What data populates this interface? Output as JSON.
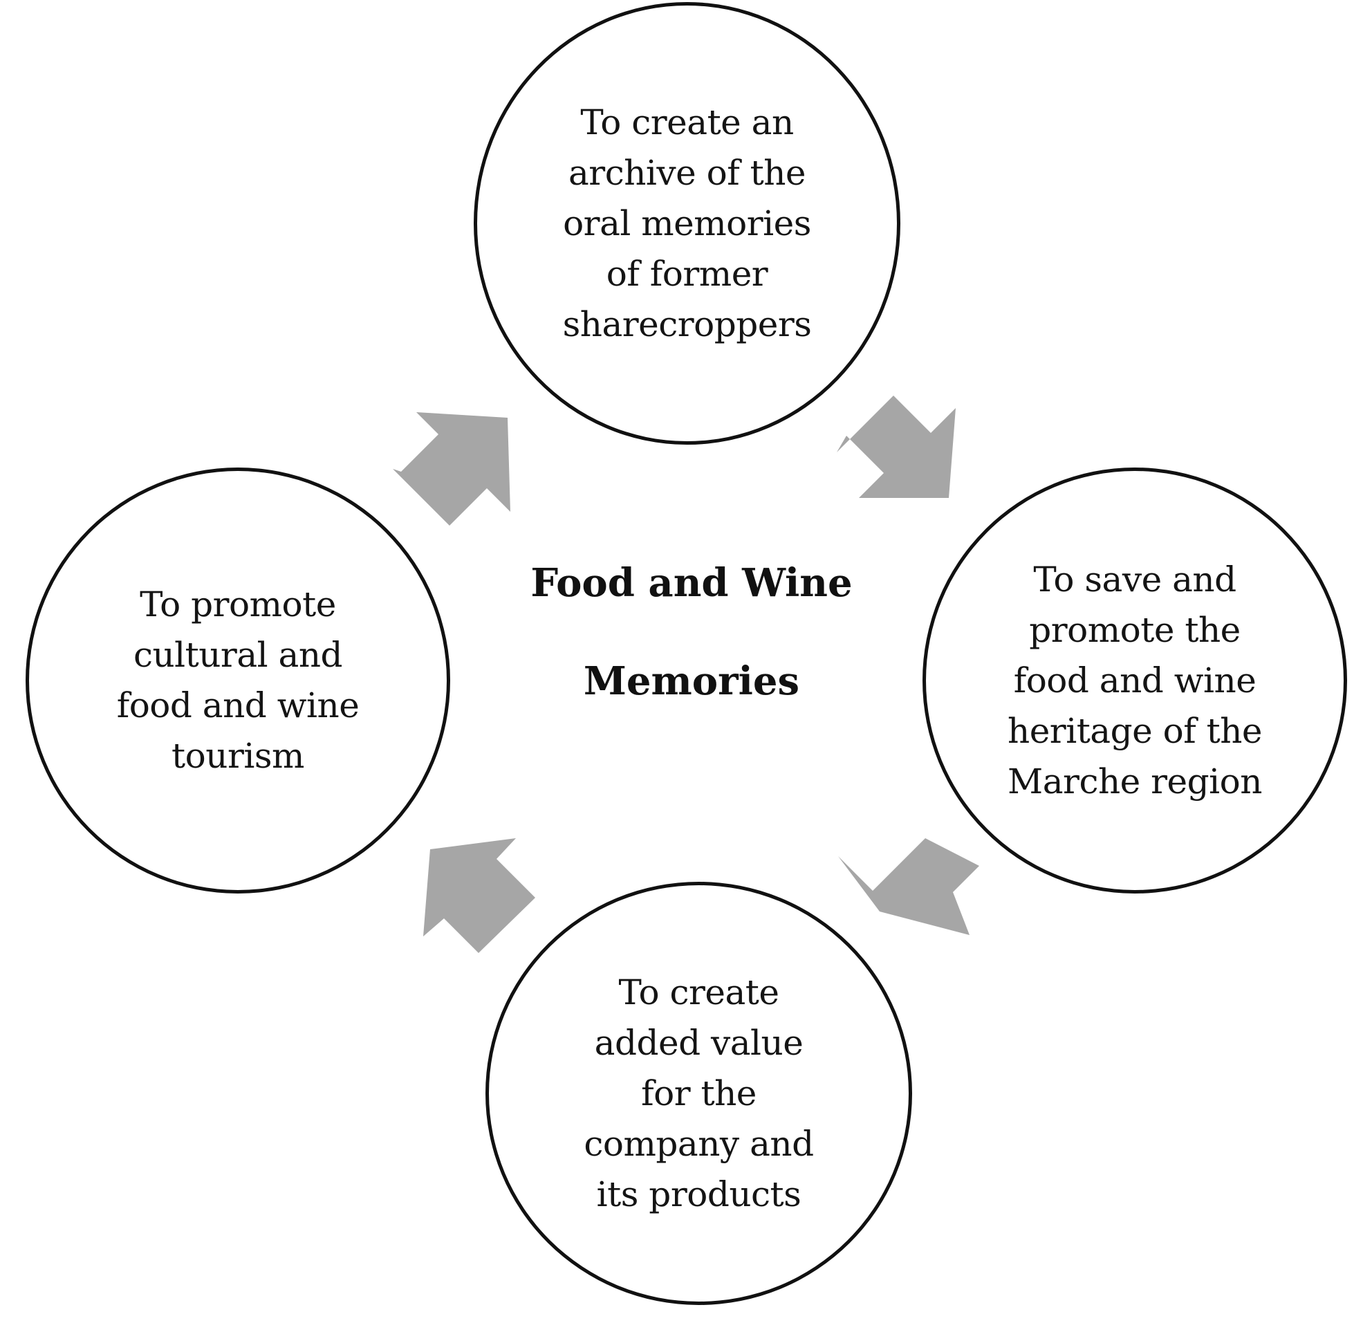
{
  "diagram": {
    "center_title_lines": [
      "Food and Wine",
      "Memories"
    ],
    "nodes": [
      {
        "id": "top",
        "lines": [
          "To create  an",
          "archive of the",
          "oral memories",
          "of former",
          "sharecroppers"
        ]
      },
      {
        "id": "right",
        "lines": [
          "To save and",
          "promote the",
          "food and wine",
          "heritage of the",
          "Marche region"
        ]
      },
      {
        "id": "bottom",
        "lines": [
          "To create",
          "added value",
          "for the",
          "company and",
          "its products"
        ]
      },
      {
        "id": "left",
        "lines": [
          "To promote",
          "cultural and",
          "food and wine",
          "tourism"
        ]
      }
    ],
    "arrow_color": "#a6a6a6",
    "circle_border_color": "#111111",
    "arrow_direction": "clockwise"
  }
}
